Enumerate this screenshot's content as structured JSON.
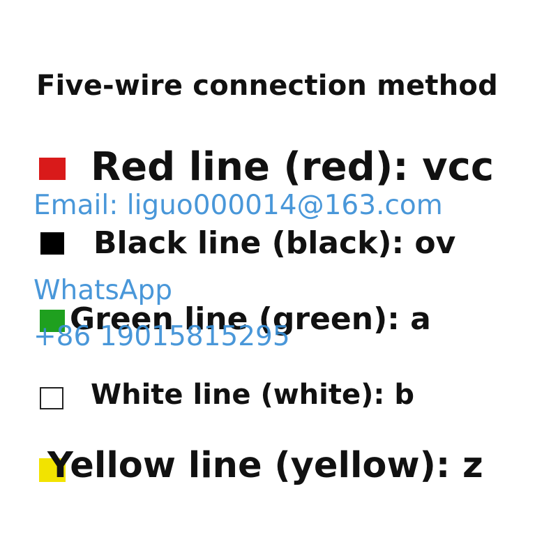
{
  "title": "Five-wire connection method",
  "rows": [
    {
      "label": "Red line (red): vcc",
      "swatch_color": "#d91a1a",
      "swatch_border": "#d91a1a"
    },
    {
      "label": "Black line (black): ov",
      "swatch_color": "#000000",
      "swatch_border": "#000000"
    },
    {
      "label": "Green line (green): a",
      "swatch_color": "#1fa01f",
      "swatch_border": "#1fa01f"
    },
    {
      "label": "White line (white): b",
      "swatch_color": "#ffffff",
      "swatch_border": "#222222"
    },
    {
      "label": "Yellow line (yellow): z",
      "swatch_color": "#f2e300",
      "swatch_border": "#f2e300"
    }
  ],
  "watermark": {
    "email": "Email: liguo000014@163.com",
    "whatsapp_label": "WhatsApp",
    "phone": "+86 19015815295",
    "color": "#3a8fd6"
  }
}
